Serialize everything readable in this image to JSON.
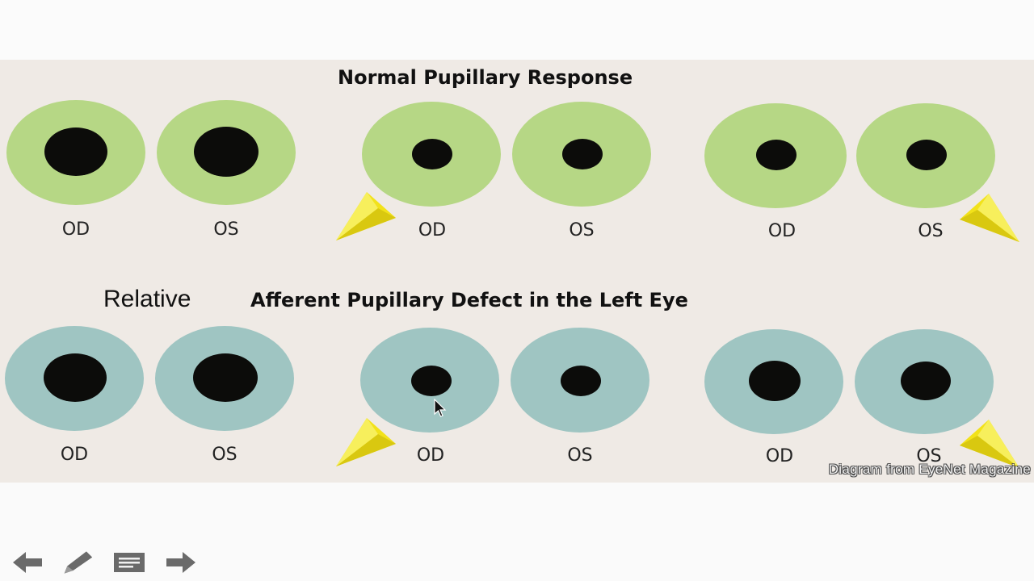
{
  "slide": {
    "row1_title": "Normal Pupillary Response",
    "row2_prefix": "Relative",
    "row2_title": "Afferent Pupillary Defect in the Left Eye",
    "credit": "Diagram from EyeNet Magazine",
    "eye_colors": {
      "green": "#b6d785",
      "teal": "#9fc5c2",
      "pupil": "#0c0c0a",
      "light_arrow": "#f2e21a"
    },
    "row1_labels": [
      "OD",
      "OS",
      "OD",
      "OS",
      "OD",
      "OS"
    ],
    "row2_labels": [
      "OD",
      "OS",
      "OD",
      "OS",
      "OD",
      "OS"
    ]
  },
  "toolbar": {
    "icons": [
      "arrow-left-icon",
      "pen-icon",
      "menu-icon",
      "arrow-right-icon"
    ]
  }
}
